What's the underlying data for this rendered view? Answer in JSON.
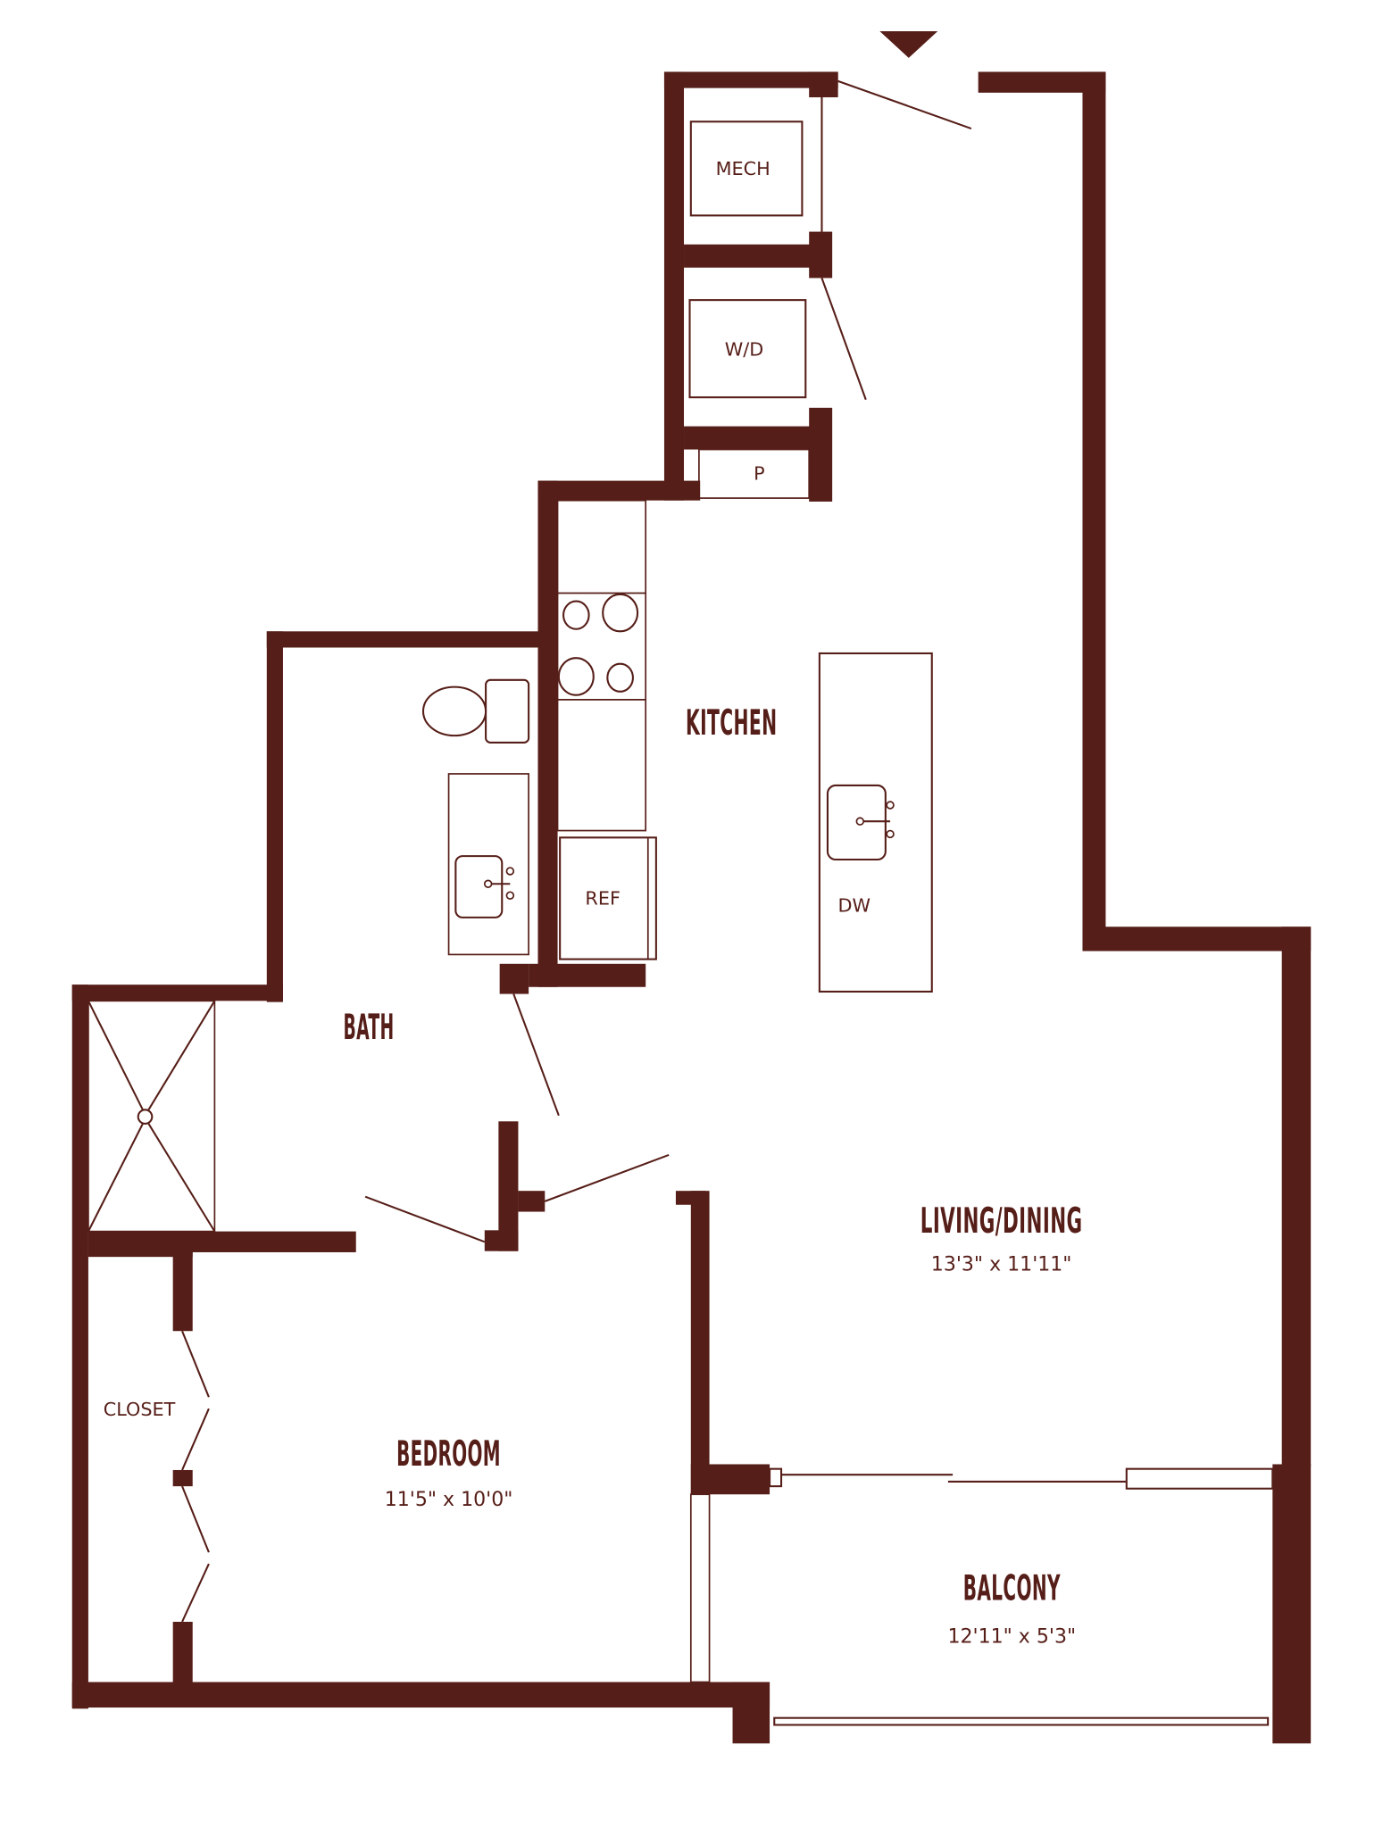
{
  "plan": {
    "wall_color": "#561e18",
    "background": "#ffffff",
    "entry_marker": "entry-arrow-icon"
  },
  "rooms": {
    "kitchen": {
      "name": "KITCHEN"
    },
    "bath": {
      "name": "BATH"
    },
    "living": {
      "name": "LIVING/DINING",
      "dims": "13'3\" x 11'11\""
    },
    "bedroom": {
      "name": "BEDROOM",
      "dims": "11'5\" x 10'0\""
    },
    "balcony": {
      "name": "BALCONY",
      "dims": "12'11\" x 5'3\""
    },
    "closet": {
      "name": "CLOSET"
    }
  },
  "fixtures": {
    "mech": "MECH",
    "washer_dryer": "W/D",
    "pantry": "P",
    "refrigerator": "REF",
    "dishwasher": "DW"
  }
}
